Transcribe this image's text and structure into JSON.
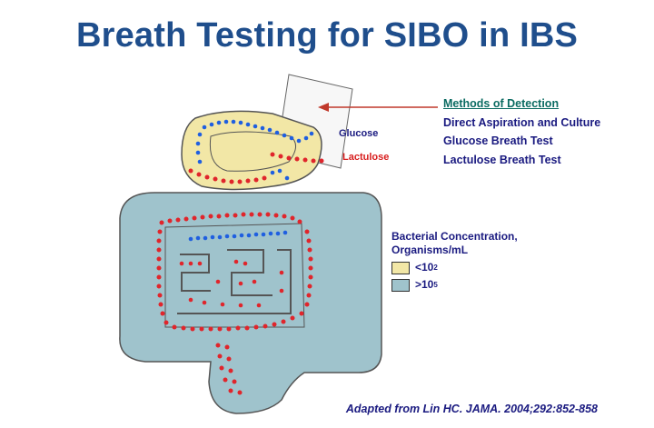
{
  "title": "Breath Testing for SIBO in IBS",
  "methods": {
    "heading": "Methods of Detection",
    "items": [
      "Direct Aspiration and Culture",
      "Glucose Breath Test",
      "Lactulose Breath Test"
    ]
  },
  "labels": {
    "glucose": "Glucose",
    "lactulose": "Lactulose"
  },
  "legend": {
    "title_line1": "Bacterial Concentration,",
    "title_line2": "Organisms/mL",
    "items": [
      {
        "prefix": "<10",
        "exponent": "2",
        "color": "#f2e7a6"
      },
      {
        "prefix": ">10",
        "exponent": "5",
        "color": "#9fc3cc"
      }
    ]
  },
  "colors": {
    "small_bowel_low": "#f2e7a6",
    "colon": "#9fc3cc",
    "glucose_dots": "#1f5fe0",
    "lactulose_dots": "#e0252b",
    "title": "#1f4e8c",
    "arrow": "#c0392b"
  },
  "citation": "Adapted from Lin HC. JAMA. 2004;292:852-858"
}
